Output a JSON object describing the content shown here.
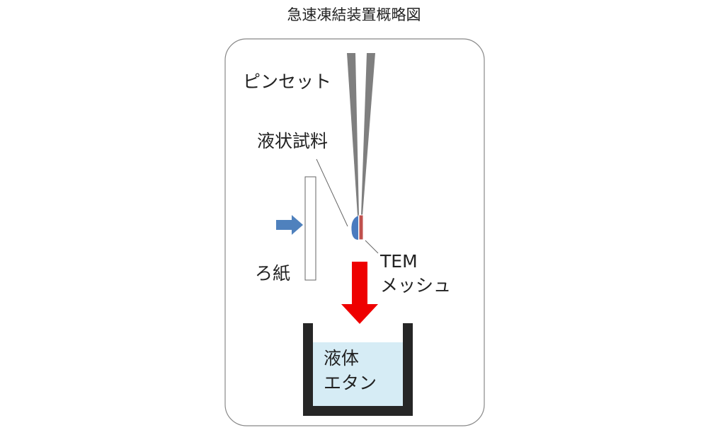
{
  "title": "急速凍結装置概略図",
  "labels": {
    "tweezers": "ピンセット",
    "liquid_sample": "液状試料",
    "filter_paper": "ろ紙",
    "tem_mesh_line1": "TEM",
    "tem_mesh_line2": "メッシュ",
    "liquid_ethane_line1": "液体",
    "liquid_ethane_line2": "エタン"
  },
  "colors": {
    "sample": "#4a7bbf",
    "mesh": "#c0504d",
    "drop_arrow": "#ee0000",
    "blot_arrow": "#4f81bd",
    "ethane": "#d6ecf5",
    "container": "#262626",
    "tweezers": "#7f7f7f"
  }
}
